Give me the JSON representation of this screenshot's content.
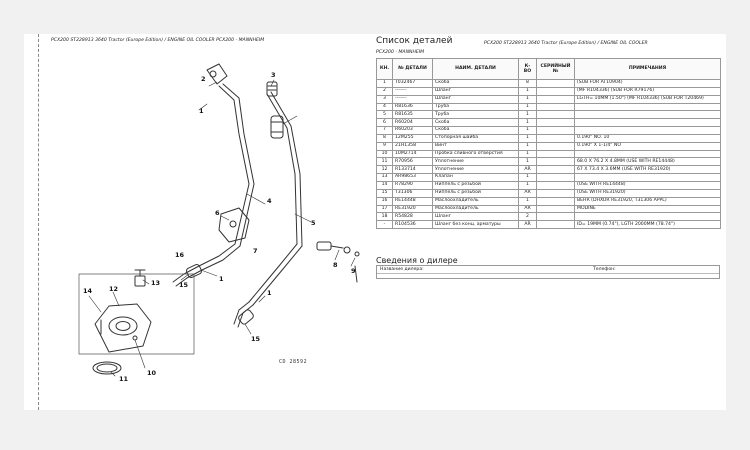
{
  "diagram": {
    "caption": "PCX200 ST228913 3640 Tractor (Europe Edition) / ENGINE OIL COOLER PCX200 - MANNHEIM",
    "figure_code": "CD 28592",
    "callouts": [
      "1",
      "2",
      "3",
      "4",
      "5",
      "6",
      "7",
      "8",
      "9",
      "1",
      "1",
      "10",
      "11",
      "12",
      "13",
      "14",
      "15",
      "15",
      "16"
    ]
  },
  "parts": {
    "title": "Список деталей",
    "subtitle": "PCX200 ST228913 3640 Tractor (Europe Edition) / ENGINE OIL COOLER",
    "model": "PCX200 - MANNHEIM",
    "headers": [
      "КН.",
      "№ ДЕТАЛИ",
      "НАИМ. ДЕТАЛИ",
      "К-ВО",
      "СЕРИЙНЫЙ №",
      "ПРИМЕЧАНИЯ"
    ],
    "rows": [
      [
        "1",
        "T032467",
        "Скоба",
        "8",
        "",
        "(SUB FOR AT10904)"
      ],
      [
        "2",
        "-------",
        "Шланг",
        "1",
        "",
        "(MF R104336) (SUB FOR R79176)"
      ],
      [
        "3",
        "-------",
        "Шланг",
        "1",
        "",
        "LGTH= 10MM (1.50\") (MF R104336) (SUB FOR T20469)"
      ],
      [
        "4",
        "R81636",
        "Труба",
        "1",
        "",
        ""
      ],
      [
        "5",
        "R81635",
        "Труба",
        "1",
        "",
        ""
      ],
      [
        "6",
        "R60204",
        "Скоба",
        "1",
        "",
        ""
      ],
      [
        "7",
        "R60203",
        "Скоба",
        "1",
        "",
        ""
      ],
      [
        "8",
        "12M255",
        "Стопорная шайба",
        "1",
        "",
        "0.190\" NO. 10"
      ],
      [
        "9",
        "21H1358",
        "Винт",
        "1",
        "",
        "0.190\" X 1-1/4\" NO"
      ],
      [
        "10",
        "10M2714",
        "Пробка сливного отверстия",
        "1",
        "",
        ""
      ],
      [
        "11",
        "R70956",
        "Уплотнение",
        "1",
        "",
        "68.0 X 76.2 X 4.8MM (USE WITH RE14448)"
      ],
      [
        "12",
        "R133714",
        "Уплотнение",
        "AR",
        "",
        "67 X 73.4 X 3.6MM (USE WITH RE31920)"
      ],
      [
        "13",
        "AR98653",
        "Клапан",
        "1",
        "",
        ""
      ],
      [
        "14",
        "R78290",
        "Ниппель с резьбой",
        "1",
        "",
        "(USE WITH RE14448)"
      ],
      [
        "15",
        "T31306",
        "Ниппель с резьбой",
        "AR",
        "",
        "(USE WITH RE31920)"
      ],
      [
        "16",
        "RE14448",
        "Маслоохладитель",
        "1",
        "",
        "BEHR (DHXOR RE31920, T31306 APPL)"
      ],
      [
        "17",
        "RE31920",
        "Маслоохладитель",
        "AR",
        "",
        "MODINE"
      ],
      [
        "18",
        "R54828",
        "Шланг",
        "2",
        "",
        ""
      ],
      [
        "-",
        "R104536",
        "Шланг без конц. арматуры",
        "AR",
        "",
        "ID= 19MM (0.74\"), LGTH 2000MM (78.74\")"
      ]
    ]
  },
  "dealer": {
    "title": "Сведения о дилере",
    "name_label": "Название дилера:",
    "phone_label": "Телефон:"
  }
}
